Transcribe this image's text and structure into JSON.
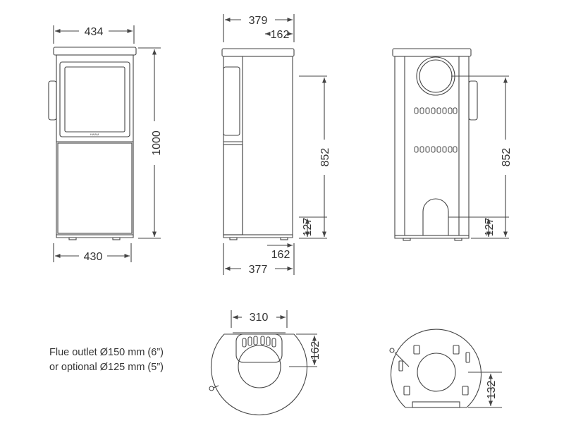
{
  "front_view": {
    "width_top": "434",
    "height": "1000",
    "width_bottom": "430",
    "badge_text": "HWAM"
  },
  "side_view": {
    "depth_top": "379",
    "depth_top_partial": "162",
    "flue_height": "852",
    "base_height": "127",
    "depth_bottom_partial": "162",
    "depth_bottom": "377"
  },
  "rear_view": {
    "flue_height": "852",
    "air_inlet_height": "127"
  },
  "top_view": {
    "width": "310",
    "depth": "162"
  },
  "bottom_view": {
    "inlet_offset": "132"
  },
  "flue_note": {
    "line1": "Flue outlet Ø150 mm (6”)",
    "line2": "or optional Ø125 mm (5”)"
  },
  "colors": {
    "stroke": "#444444",
    "fill": "#ffffff",
    "text": "#333333"
  }
}
